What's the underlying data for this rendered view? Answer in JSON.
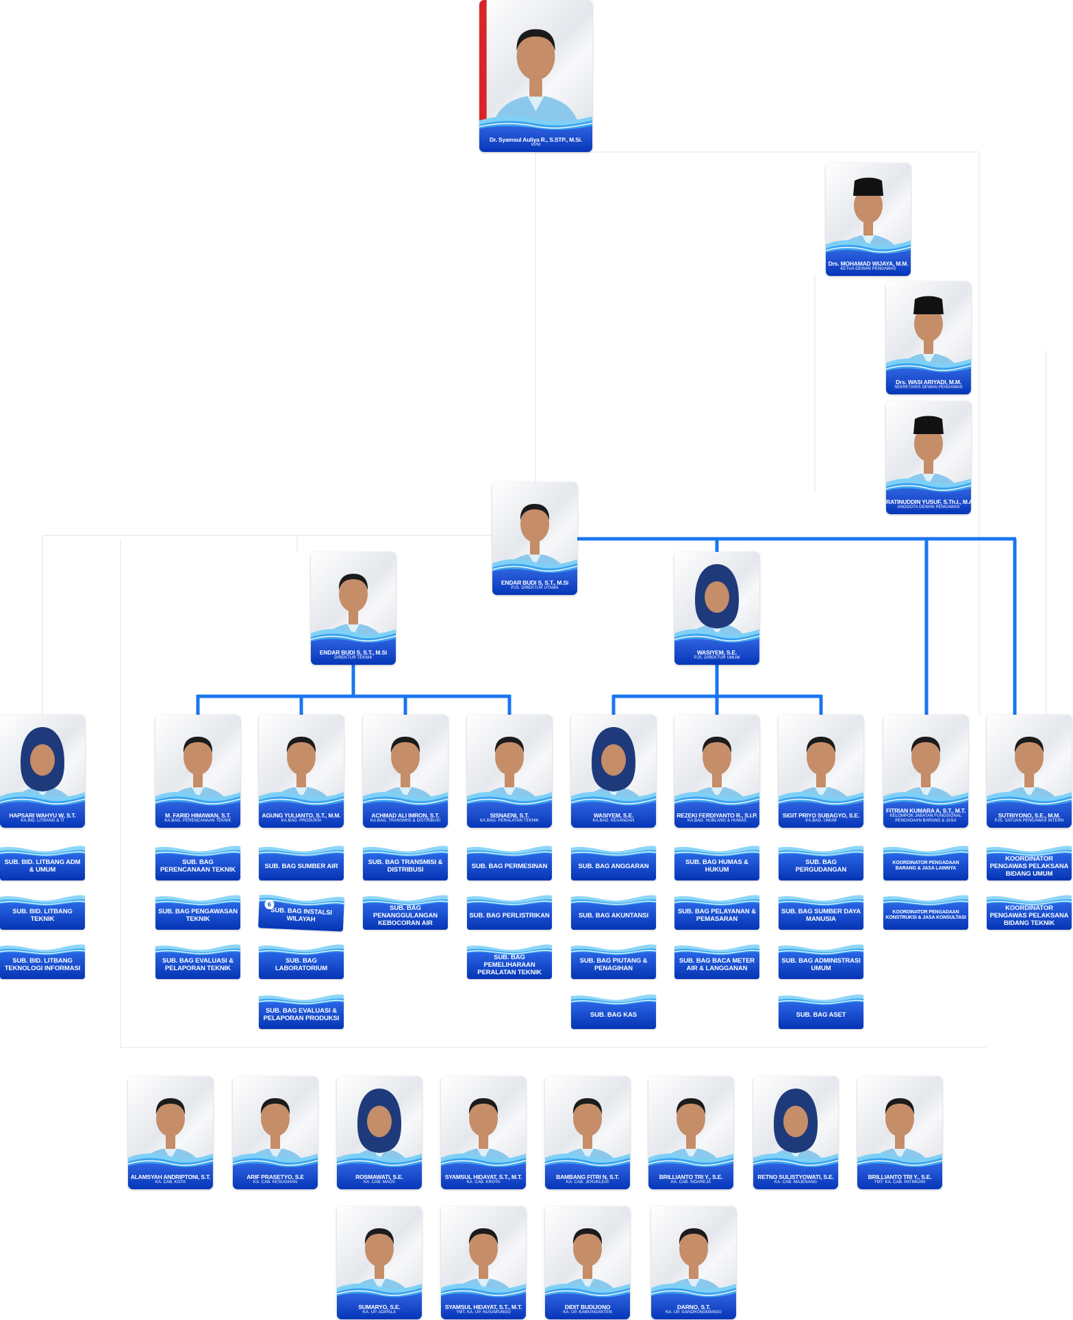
{
  "colors": {
    "connector": "#1a75f0",
    "card_blue": "#0a47d6",
    "card_light": "#35a6f2"
  },
  "top": {
    "name": "Dr. Syamsul Auliya R., S.STP., M.Si.",
    "role": "KPM"
  },
  "supervisors": [
    {
      "name": "Drs. MOHAMAD WIJAYA, M.M.",
      "role": "KETUA DEWAN PENGAWAS"
    },
    {
      "name": "Drs. WASI ARIYADI, M.M.",
      "role": "SEKRETARIS DEWAN PENGAWAS"
    },
    {
      "name": "RATINUDDIN YUSUF, S.Th.I., M.A.",
      "role": "ANGGOTA DEWAN PENGAWAS"
    }
  ],
  "director_main": {
    "name": "ENDAR BUDI S, S.T., M.Si",
    "role": "Pjs. DIREKTUR UTAMA"
  },
  "director_tech": {
    "name": "ENDAR BUDI S, S.T., M.Si",
    "role": "DIREKTUR TEKNIK"
  },
  "director_general": {
    "name": "WASIYEM, S.E.",
    "role": "Pjs. DIREKTUR UMUM"
  },
  "heads": [
    {
      "name": "HAPSARI WAHYU W, S.T.",
      "role": "KA.BID. LITBANG & TI"
    },
    {
      "name": "M. FARID HIMAWAN, S.T.",
      "role": "KA.BAG. PERENCANAAN TEKNIK"
    },
    {
      "name": "AGUNG YULIANTO, S.T., M.M.",
      "role": "KA.BAG. PRODUKSI"
    },
    {
      "name": "ACHMAD ALI IMRON, S.T.",
      "role": "KA.BAG. TRANSMISI & DISTRIBUSI"
    },
    {
      "name": "SISNAENI, S.T.",
      "role": "KA.BAG. PERALATAN TEKNIK"
    },
    {
      "name": "WASIYEM, S.E.",
      "role": "KA.BAG. KEUANGAN"
    },
    {
      "name": "REZEKI FERDIYANTO R., S.I.P.",
      "role": "KA.BAG. HUBLANG & HUMAS"
    },
    {
      "name": "SIGIT PRIYO SUBAGYO, S.E.",
      "role": "KA.BAG. UMUM"
    },
    {
      "name": "FITRIAN KUMARA A, S.T., M.T.",
      "role": "KELOMPOK JABATAN FUNGSIONAL PENGADAAN BARANG & JASA"
    },
    {
      "name": "SUTRIYONO, S.E., M.M.",
      "role": "Pjs. SATUAN PENGAWAS INTERN"
    }
  ],
  "subunits": [
    [
      "SUB. BID. LITBANG ADM & UMUM",
      "SUB. BID. LITBANG TEKNIK",
      "SUB. BID. LITBANG TEKNOLOGI INFORMASI"
    ],
    [
      "SUB. BAG PERENCANAAN TEKNIK",
      "SUB. BAG PENGAWASAN TEKNIK",
      "SUB. BAG EVALUASI & PELAPORAN TEKNIK"
    ],
    [
      "SUB. BAG SUMBER AIR",
      "SUB. BAG INSTALSI WILAYAH",
      "SUB. BAG LABORATORIUM",
      "SUB. BAG EVALUASI & PELAPORAN PRODUKSI"
    ],
    [
      "SUB. BAG TRANSMISI & DISTRIBUSI",
      "SUB. BAG PENANGGULANGAN KEBOCORAN AIR"
    ],
    [
      "SUB. BAG PERMESINAN",
      "SUB. BAG PERLISTRIKAN",
      "SUB. BAG PEMELIHARAAN PERALATAN TEKNIK"
    ],
    [
      "SUB. BAG ANGGARAN",
      "SUB. BAG AKUNTANSI",
      "SUB. BAG PIUTANG & PENAGIHAN",
      "SUB. BAG KAS"
    ],
    [
      "SUB. BAG HUMAS & HUKUM",
      "SUB. BAG PELAYANAN & PEMASARAN",
      "SUB. BAG BACA METER AIR & LANGGANAN"
    ],
    [
      "SUB. BAG PERGUDANGAN",
      "SUB. BAG SUMBER DAYA MANUSIA",
      "SUB. BAG ADMINISTRASI UMUM",
      "SUB. BAG ASET"
    ],
    [
      "KOORDINATOR PENGADAAN BARANG & JASA LAINNYA",
      "KOORDINATOR PENGADAAN KONSTRUKSI & JASA KONSULTASI"
    ],
    [
      "KOORDINATOR PENGAWAS PELAKSANA BIDANG UMUM",
      "KOORDINATOR PENGAWAS PELAKSANA BIDANG TEKNIK"
    ]
  ],
  "badge_label": "6",
  "branches_row1": [
    {
      "name": "ALAMSYAH ANDRIPTONI, S.T.",
      "role": "KA. CAB. KOTA"
    },
    {
      "name": "ARIF PRASETYO, S.E",
      "role": "KA. CAB. KESUGIHAN"
    },
    {
      "name": "ROSMAWATI, S.E.",
      "role": "KA. CAB. MAOS"
    },
    {
      "name": "SYAMSUL HIDAYAT, S.T., M.T.",
      "role": "KA. CAB. KROYA"
    },
    {
      "name": "BAMBANG FITRI N, S.T.",
      "role": "KA. CAB. JERUKLEGI"
    },
    {
      "name": "BRILLIANTO TRI Y., S.E.",
      "role": "KA. CAB. SIDAREJA"
    },
    {
      "name": "RETNO SULISTYOWATI, S.E.",
      "role": "KA. CAB. MAJENANG"
    },
    {
      "name": "BRILLIANTO TRI Y., S.E.",
      "role": "Ymt. KA. CAB. PATIMUAN"
    }
  ],
  "branches_row2": [
    {
      "name": "SUMARYO, S.E.",
      "role": "KA. UP. ADIPALA"
    },
    {
      "name": "SYAMSUL HIDAYAT, S.T., M.T.",
      "role": "Ymt. KA. UP. NUSAWUNGU"
    },
    {
      "name": "DIDIT BUDIJONO",
      "role": "KA. UP. KAWUNGANTEN"
    },
    {
      "name": "DARNO, S.T.",
      "role": "KA. UP. GANDRUNGMANGU"
    }
  ]
}
